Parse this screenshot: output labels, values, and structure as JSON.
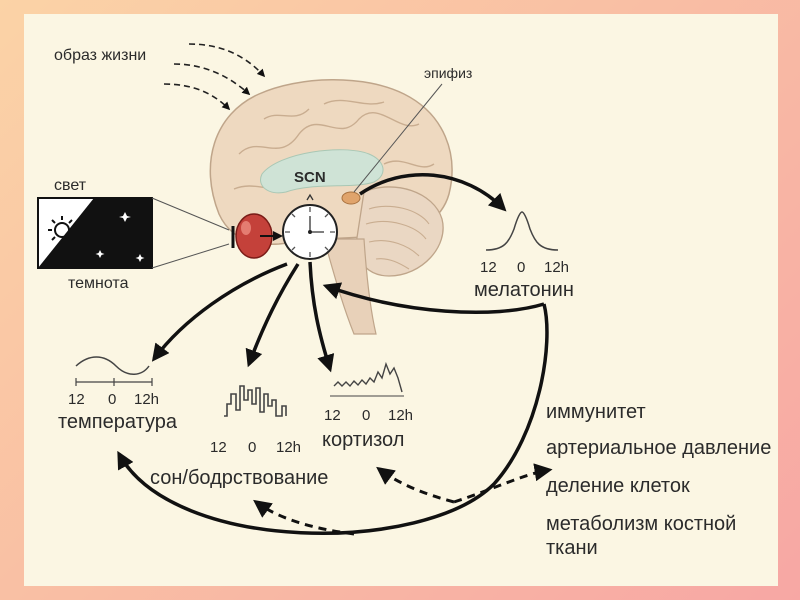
{
  "labels": {
    "lifestyle": "образ жизни",
    "epiphysis": "эпифиз",
    "scn": "SCN",
    "light": "свет",
    "darkness": "темнота",
    "melatonin": "мелатонин",
    "temperature": "температура",
    "sleep_wake": "сон/бодрствование",
    "cortisol": "кортизол"
  },
  "time_axis": {
    "start": "12",
    "middle": "0",
    "end": "12h"
  },
  "effects": [
    "иммунитет",
    "артериальное давление",
    "деление клеток",
    "метаболизм костной",
    "ткани"
  ],
  "colors": {
    "background": "#fbf6e3",
    "brain": "#eed9c0",
    "ventricle": "#cfe3d6",
    "eye": "#c4413a",
    "arrow": "#111111"
  }
}
